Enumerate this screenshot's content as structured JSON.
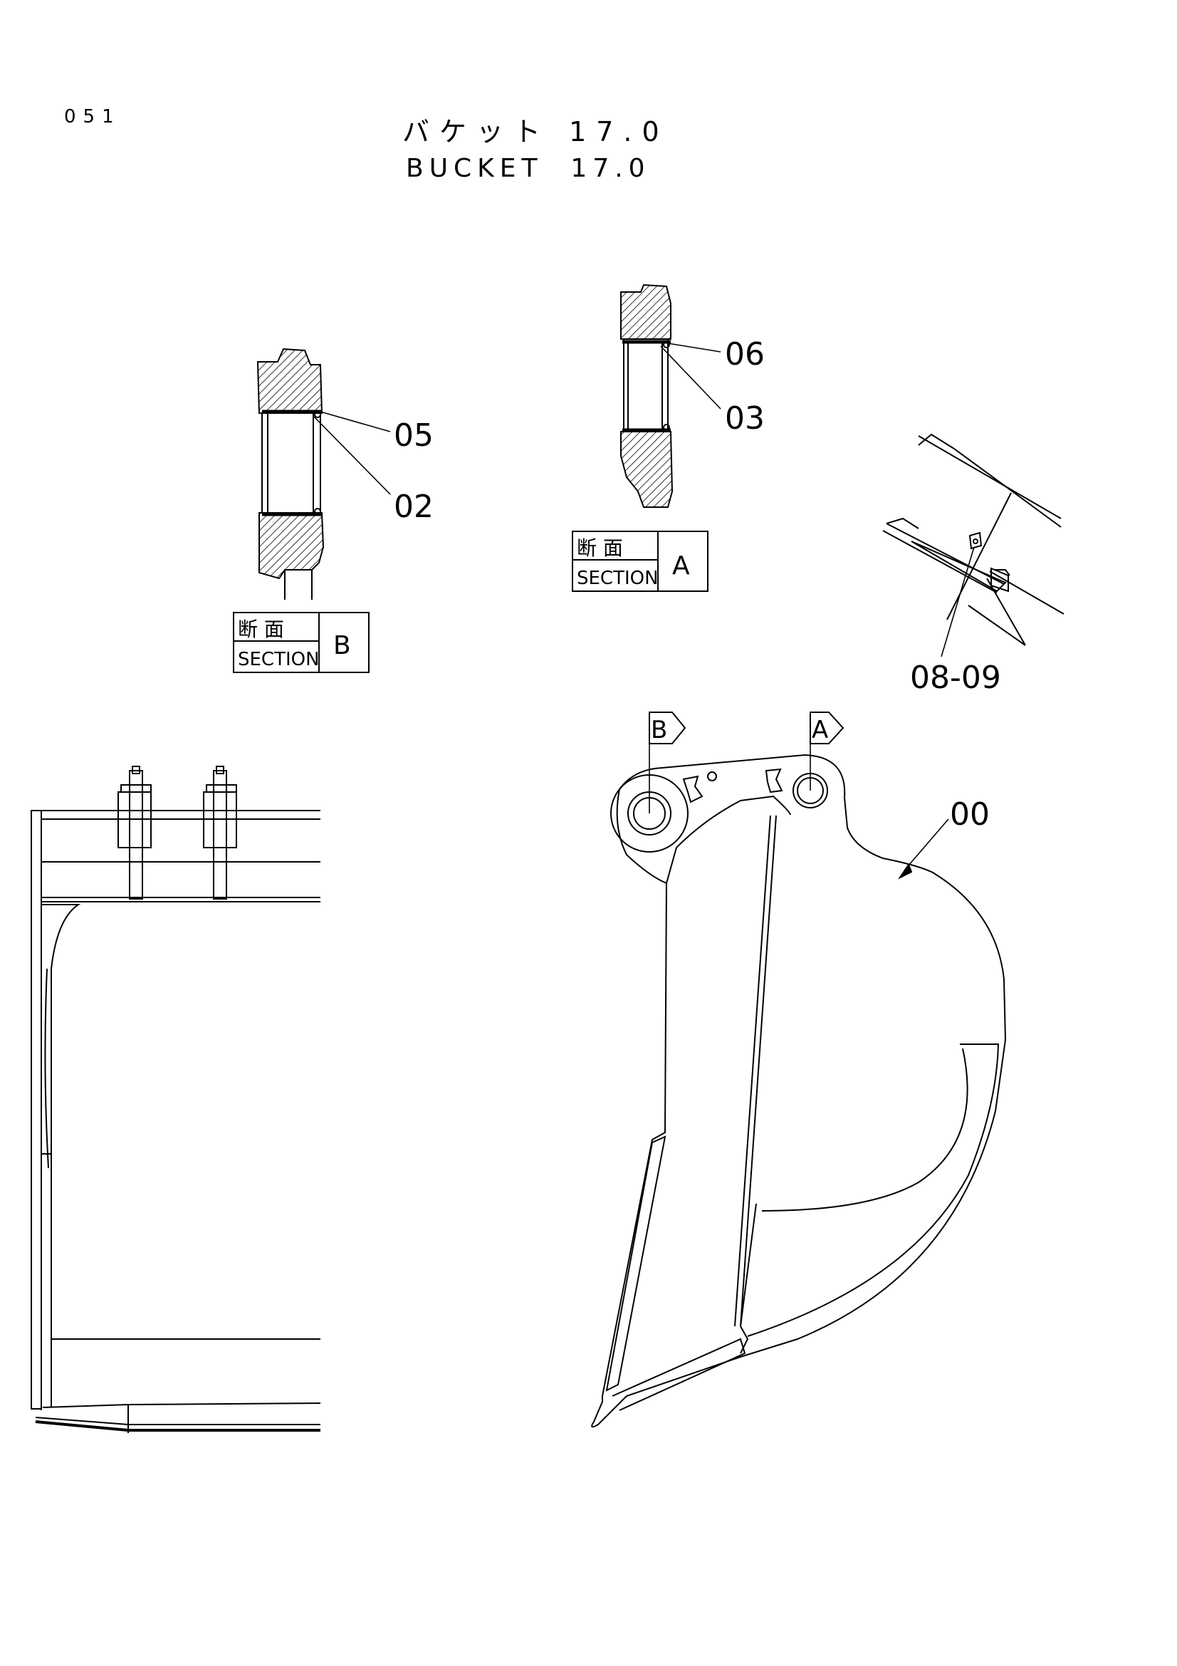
{
  "page_number": "051",
  "title_jp": "バケット 17.0",
  "title_en": "BUCKET  17.0",
  "section_b": {
    "kanji": "断 面",
    "label": "SECTION",
    "letter": "B"
  },
  "section_a": {
    "kanji": "断 面",
    "label": "SECTION",
    "letter": "A"
  },
  "callouts": {
    "p05": "05",
    "p02": "02",
    "p06": "06",
    "p03": "03",
    "p0809": "08-09",
    "p00": "00"
  },
  "view_markers": {
    "b": "B",
    "a": "A"
  },
  "colors": {
    "ink": "#000000",
    "paper": "#ffffff"
  }
}
